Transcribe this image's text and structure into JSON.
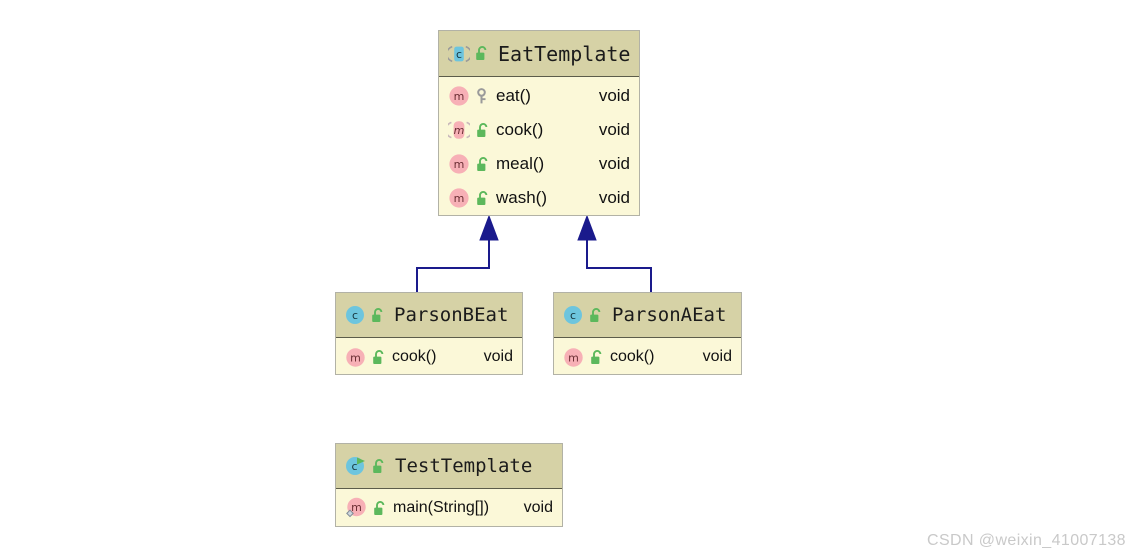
{
  "diagram": {
    "type": "uml-class-diagram",
    "title": "",
    "background": "#ffffff",
    "colors": {
      "header_fill": "#d6d2a6",
      "body_fill": "#fbf8d8",
      "border": "#b2b2a6",
      "header_rule": "#5c5c4a",
      "arrow": "#1a1a8c",
      "method_badge": "#f7b0b6",
      "class_badge": "#6dc5de",
      "lock_green": "#5cb85c",
      "key_grey": "#9a9a9a",
      "watermark": "#c9c9c9"
    }
  },
  "classes": [
    {
      "id": "EatTemplate",
      "name": "EatTemplate",
      "stereotype": "abstract-class",
      "class_icon": "abstract-class-icon",
      "visibility_icon": "public-unlock-icon",
      "members": [
        {
          "name": "eat()",
          "type": "void",
          "member_icon": "method-icon",
          "modifier_icon": "private-key-icon"
        },
        {
          "name": "cook()",
          "type": "void",
          "member_icon": "abstract-method-icon",
          "modifier_icon": "public-unlock-icon"
        },
        {
          "name": "meal()",
          "type": "void",
          "member_icon": "method-icon",
          "modifier_icon": "public-unlock-icon"
        },
        {
          "name": "wash()",
          "type": "void",
          "member_icon": "method-icon",
          "modifier_icon": "public-unlock-icon"
        }
      ]
    },
    {
      "id": "ParsonBEat",
      "name": "ParsonBEat",
      "stereotype": "class",
      "class_icon": "class-icon",
      "visibility_icon": "public-unlock-icon",
      "members": [
        {
          "name": "cook()",
          "type": "void",
          "member_icon": "method-icon",
          "modifier_icon": "public-unlock-icon"
        }
      ]
    },
    {
      "id": "ParsonAEat",
      "name": "ParsonAEat",
      "stereotype": "class",
      "class_icon": "class-icon",
      "visibility_icon": "public-unlock-icon",
      "members": [
        {
          "name": "cook()",
          "type": "void",
          "member_icon": "method-icon",
          "modifier_icon": "public-unlock-icon"
        }
      ]
    },
    {
      "id": "TestTemplate",
      "name": "TestTemplate",
      "stereotype": "runnable-class",
      "class_icon": "runnable-class-icon",
      "visibility_icon": "public-unlock-icon",
      "members": [
        {
          "name": "main(String[])",
          "type": "void",
          "member_icon": "static-method-icon",
          "modifier_icon": "public-unlock-icon"
        }
      ]
    }
  ],
  "relations": [
    {
      "kind": "generalization",
      "from": "ParsonBEat",
      "to": "EatTemplate",
      "arrow": "hollow-filled-triangle"
    },
    {
      "kind": "generalization",
      "from": "ParsonAEat",
      "to": "EatTemplate",
      "arrow": "hollow-filled-triangle"
    }
  ],
  "watermark": {
    "text": "CSDN @weixin_41007138"
  }
}
